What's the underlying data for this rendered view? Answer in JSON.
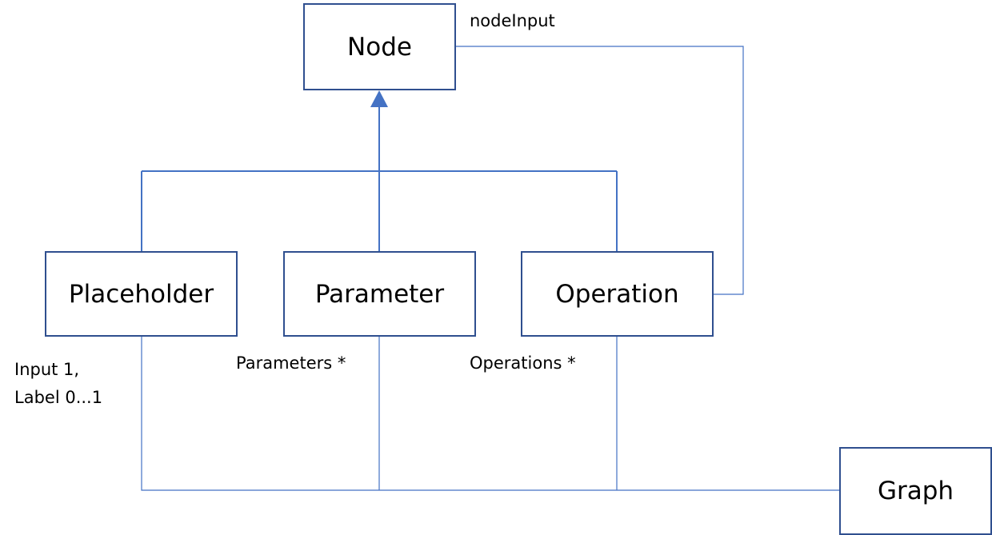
{
  "diagram": {
    "boxes": {
      "node": "Node",
      "placeholder": "Placeholder",
      "parameter": "Parameter",
      "operation": "Operation",
      "graph": "Graph"
    },
    "labels": {
      "node_input": "nodeInput",
      "input_line1": "Input 1,",
      "input_line2": "Label 0...1",
      "parameters": "Parameters *",
      "operations": "Operations *"
    },
    "colors": {
      "box_border": "#2f4f8f",
      "connector": "#4472c4"
    }
  }
}
